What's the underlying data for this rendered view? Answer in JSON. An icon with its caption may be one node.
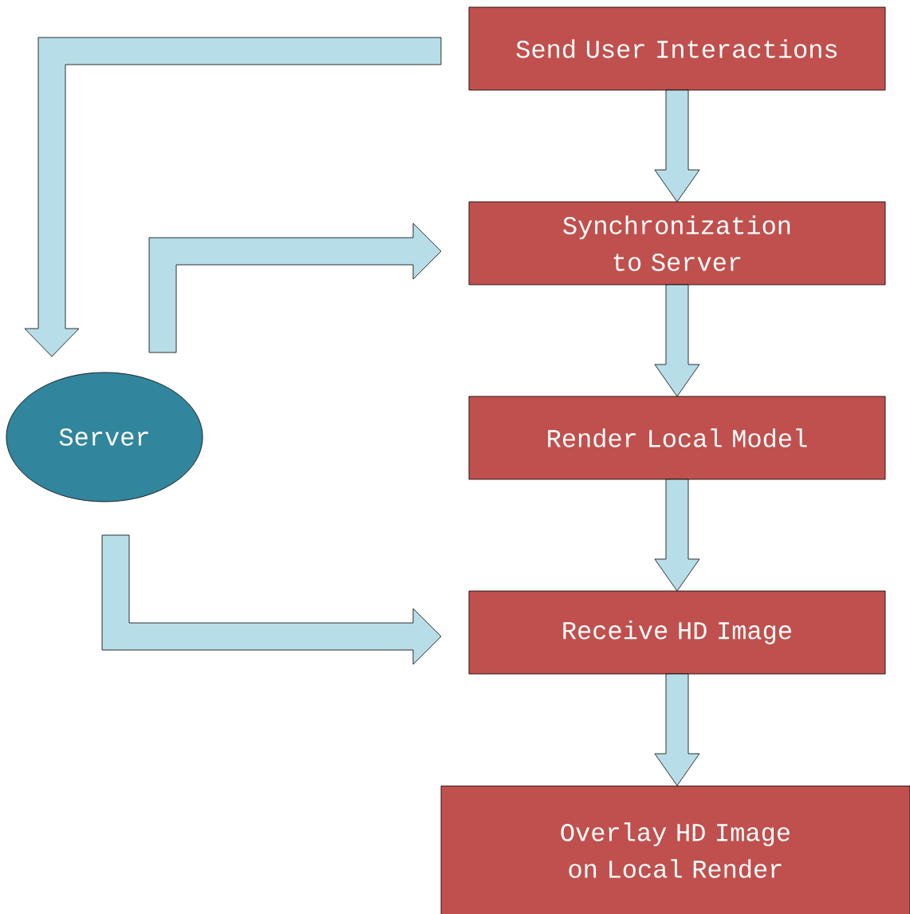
{
  "diagram": {
    "nodes": [
      {
        "text": [
          "Send User Interactions"
        ]
      },
      {
        "text": [
          "Synchronization to Server"
        ]
      },
      {
        "text": [
          "Render Local Model"
        ]
      },
      {
        "text": [
          "Receive HD Image"
        ]
      },
      {
        "text": [
          "Overlay HD Image on Local Render"
        ]
      },
      {
        "text": [
          "Server"
        ]
      }
    ],
    "edges": [
      {
        "from": 0,
        "to": 1,
        "arrow": "to"
      },
      {
        "from": 1,
        "to": 2,
        "arrow": "to"
      },
      {
        "from": 2,
        "to": 3,
        "arrow": "to"
      },
      {
        "from": 3,
        "to": 4,
        "arrow": "to"
      },
      {
        "from": 0,
        "to": 5,
        "arrow": "to"
      },
      {
        "from": 5,
        "to": 1,
        "arrow": "to"
      },
      {
        "from": 5,
        "to": 3,
        "arrow": "to"
      }
    ]
  }
}
